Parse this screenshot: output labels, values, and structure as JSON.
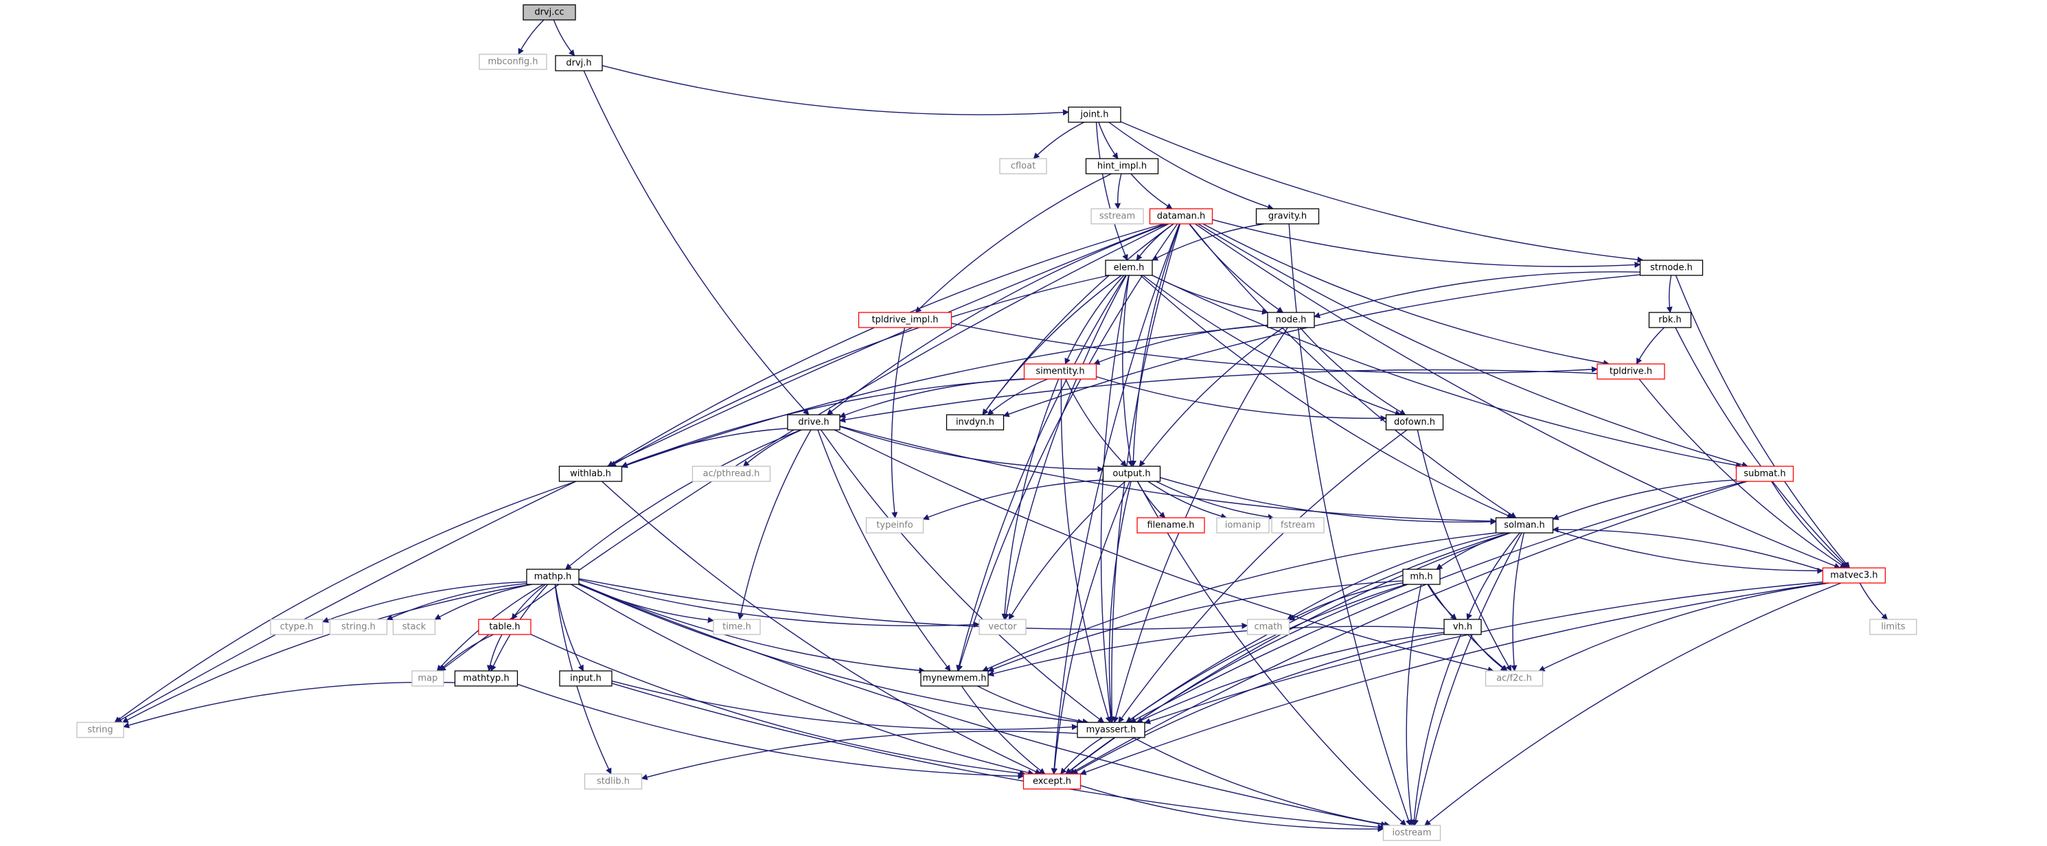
{
  "nodes": [
    {
      "id": "drvj_cc",
      "label": "drvj.cc",
      "kind": "root"
    },
    {
      "id": "mbconfig_h",
      "label": "mbconfig.h",
      "kind": "external"
    },
    {
      "id": "drvj_h",
      "label": "drvj.h",
      "kind": "normal"
    },
    {
      "id": "joint_h",
      "label": "joint.h",
      "kind": "normal"
    },
    {
      "id": "cfloat",
      "label": "cfloat",
      "kind": "external"
    },
    {
      "id": "hint_impl_h",
      "label": "hint_impl.h",
      "kind": "normal"
    },
    {
      "id": "sstream",
      "label": "sstream",
      "kind": "external"
    },
    {
      "id": "dataman_h",
      "label": "dataman.h",
      "kind": "truncated"
    },
    {
      "id": "gravity_h",
      "label": "gravity.h",
      "kind": "normal"
    },
    {
      "id": "elem_h",
      "label": "elem.h",
      "kind": "normal"
    },
    {
      "id": "strnode_h",
      "label": "strnode.h",
      "kind": "normal"
    },
    {
      "id": "tpldrive_impl_h",
      "label": "tpldrive_impl.h",
      "kind": "truncated"
    },
    {
      "id": "node_h",
      "label": "node.h",
      "kind": "normal"
    },
    {
      "id": "rbk_h",
      "label": "rbk.h",
      "kind": "normal"
    },
    {
      "id": "simentity_h",
      "label": "simentity.h",
      "kind": "truncated"
    },
    {
      "id": "tpldrive_h",
      "label": "tpldrive.h",
      "kind": "truncated"
    },
    {
      "id": "drive_h",
      "label": "drive.h",
      "kind": "normal"
    },
    {
      "id": "invdyn_h",
      "label": "invdyn.h",
      "kind": "normal"
    },
    {
      "id": "dofown_h",
      "label": "dofown.h",
      "kind": "normal"
    },
    {
      "id": "withlab_h",
      "label": "withlab.h",
      "kind": "normal"
    },
    {
      "id": "ac_pthread_h",
      "label": "ac/pthread.h",
      "kind": "external"
    },
    {
      "id": "output_h",
      "label": "output.h",
      "kind": "normal"
    },
    {
      "id": "submat_h",
      "label": "submat.h",
      "kind": "truncated"
    },
    {
      "id": "typeinfo",
      "label": "typeinfo",
      "kind": "external"
    },
    {
      "id": "filename_h",
      "label": "filename.h",
      "kind": "truncated"
    },
    {
      "id": "iomanip",
      "label": "iomanip",
      "kind": "external"
    },
    {
      "id": "fstream",
      "label": "fstream",
      "kind": "external"
    },
    {
      "id": "solman_h",
      "label": "solman.h",
      "kind": "normal"
    },
    {
      "id": "matvec3_h",
      "label": "matvec3.h",
      "kind": "truncated"
    },
    {
      "id": "mathp_h",
      "label": "mathp.h",
      "kind": "normal"
    },
    {
      "id": "mh_h",
      "label": "mh.h",
      "kind": "normal"
    },
    {
      "id": "ctype_h",
      "label": "ctype.h",
      "kind": "external"
    },
    {
      "id": "string_h",
      "label": "string.h",
      "kind": "external"
    },
    {
      "id": "stack",
      "label": "stack",
      "kind": "external"
    },
    {
      "id": "table_h",
      "label": "table.h",
      "kind": "truncated"
    },
    {
      "id": "time_h",
      "label": "time.h",
      "kind": "external"
    },
    {
      "id": "vector",
      "label": "vector",
      "kind": "external"
    },
    {
      "id": "cmath",
      "label": "cmath",
      "kind": "external"
    },
    {
      "id": "vh_h",
      "label": "vh.h",
      "kind": "normal"
    },
    {
      "id": "limits",
      "label": "limits",
      "kind": "external"
    },
    {
      "id": "map",
      "label": "map",
      "kind": "external"
    },
    {
      "id": "mathtyp_h",
      "label": "mathtyp.h",
      "kind": "normal"
    },
    {
      "id": "input_h",
      "label": "input.h",
      "kind": "normal"
    },
    {
      "id": "mynewmem_h",
      "label": "mynewmem.h",
      "kind": "normal"
    },
    {
      "id": "ac_f2c_h",
      "label": "ac/f2c.h",
      "kind": "external"
    },
    {
      "id": "string",
      "label": "string",
      "kind": "external"
    },
    {
      "id": "myassert_h",
      "label": "myassert.h",
      "kind": "normal"
    },
    {
      "id": "stdlib_h",
      "label": "stdlib.h",
      "kind": "external"
    },
    {
      "id": "except_h",
      "label": "except.h",
      "kind": "truncated"
    },
    {
      "id": "iostream",
      "label": "iostream",
      "kind": "external"
    }
  ],
  "edges": [
    [
      "drvj_cc",
      "mbconfig_h"
    ],
    [
      "drvj_cc",
      "drvj_h"
    ],
    [
      "drvj_h",
      "joint_h"
    ],
    [
      "drvj_h",
      "drive_h"
    ],
    [
      "joint_h",
      "cfloat"
    ],
    [
      "joint_h",
      "hint_impl_h"
    ],
    [
      "joint_h",
      "gravity_h"
    ],
    [
      "joint_h",
      "elem_h"
    ],
    [
      "joint_h",
      "strnode_h"
    ],
    [
      "hint_impl_h",
      "sstream"
    ],
    [
      "hint_impl_h",
      "dataman_h"
    ],
    [
      "hint_impl_h",
      "tpldrive_impl_h"
    ],
    [
      "gravity_h",
      "elem_h"
    ],
    [
      "gravity_h",
      "iostream"
    ],
    [
      "dataman_h",
      "elem_h"
    ],
    [
      "dataman_h",
      "strnode_h"
    ],
    [
      "dataman_h",
      "node_h"
    ],
    [
      "dataman_h",
      "drive_h"
    ],
    [
      "dataman_h",
      "output_h"
    ],
    [
      "dataman_h",
      "invdyn_h"
    ],
    [
      "dataman_h",
      "tpldrive_h"
    ],
    [
      "dataman_h",
      "submat_h"
    ],
    [
      "dataman_h",
      "solman_h"
    ],
    [
      "dataman_h",
      "withlab_h"
    ],
    [
      "dataman_h",
      "string"
    ],
    [
      "dataman_h",
      "map"
    ],
    [
      "dataman_h",
      "mynewmem_h"
    ],
    [
      "dataman_h",
      "myassert_h"
    ],
    [
      "dataman_h",
      "except_h"
    ],
    [
      "dataman_h",
      "matvec3_h"
    ],
    [
      "elem_h",
      "node_h"
    ],
    [
      "elem_h",
      "simentity_h"
    ],
    [
      "elem_h",
      "invdyn_h"
    ],
    [
      "elem_h",
      "dofown_h"
    ],
    [
      "elem_h",
      "output_h"
    ],
    [
      "elem_h",
      "withlab_h"
    ],
    [
      "elem_h",
      "submat_h"
    ],
    [
      "elem_h",
      "solman_h"
    ],
    [
      "elem_h",
      "vector"
    ],
    [
      "elem_h",
      "myassert_h"
    ],
    [
      "elem_h",
      "mynewmem_h"
    ],
    [
      "strnode_h",
      "node_h"
    ],
    [
      "strnode_h",
      "rbk_h"
    ],
    [
      "strnode_h",
      "matvec3_h"
    ],
    [
      "strnode_h",
      "invdyn_h"
    ],
    [
      "tpldrive_impl_h",
      "typeinfo"
    ],
    [
      "tpldrive_impl_h",
      "tpldrive_h"
    ],
    [
      "node_h",
      "simentity_h"
    ],
    [
      "node_h",
      "dofown_h"
    ],
    [
      "node_h",
      "output_h"
    ],
    [
      "node_h",
      "withlab_h"
    ],
    [
      "node_h",
      "myassert_h"
    ],
    [
      "rbk_h",
      "tpldrive_h"
    ],
    [
      "rbk_h",
      "matvec3_h"
    ],
    [
      "simentity_h",
      "drive_h"
    ],
    [
      "simentity_h",
      "invdyn_h"
    ],
    [
      "simentity_h",
      "dofown_h"
    ],
    [
      "simentity_h",
      "output_h"
    ],
    [
      "simentity_h",
      "withlab_h"
    ],
    [
      "simentity_h",
      "vector"
    ],
    [
      "simentity_h",
      "myassert_h"
    ],
    [
      "tpldrive_h",
      "drive_h"
    ],
    [
      "tpldrive_h",
      "matvec3_h"
    ],
    [
      "drive_h",
      "withlab_h"
    ],
    [
      "drive_h",
      "ac_pthread_h"
    ],
    [
      "drive_h",
      "output_h"
    ],
    [
      "drive_h",
      "solman_h"
    ],
    [
      "drive_h",
      "mathp_h"
    ],
    [
      "drive_h",
      "time_h"
    ],
    [
      "drive_h",
      "mynewmem_h"
    ],
    [
      "drive_h",
      "myassert_h"
    ],
    [
      "drive_h",
      "ac_f2c_h"
    ],
    [
      "dofown_h",
      "ac_f2c_h"
    ],
    [
      "dofown_h",
      "myassert_h"
    ],
    [
      "withlab_h",
      "string"
    ],
    [
      "withlab_h",
      "except_h"
    ],
    [
      "output_h",
      "typeinfo"
    ],
    [
      "output_h",
      "filename_h"
    ],
    [
      "output_h",
      "iomanip"
    ],
    [
      "output_h",
      "fstream"
    ],
    [
      "output_h",
      "solman_h"
    ],
    [
      "output_h",
      "vector"
    ],
    [
      "output_h",
      "myassert_h"
    ],
    [
      "output_h",
      "except_h"
    ],
    [
      "output_h",
      "iostream"
    ],
    [
      "submat_h",
      "solman_h"
    ],
    [
      "submat_h",
      "matvec3_h"
    ],
    [
      "submat_h",
      "myassert_h"
    ],
    [
      "submat_h",
      "except_h"
    ],
    [
      "solman_h",
      "matvec3_h"
    ],
    [
      "solman_h",
      "mh_h"
    ],
    [
      "solman_h",
      "vh_h"
    ],
    [
      "solman_h",
      "cmath"
    ],
    [
      "solman_h",
      "ac_f2c_h"
    ],
    [
      "solman_h",
      "mynewmem_h"
    ],
    [
      "solman_h",
      "myassert_h"
    ],
    [
      "solman_h",
      "except_h"
    ],
    [
      "solman_h",
      "iostream"
    ],
    [
      "matvec3_h",
      "solman_h"
    ],
    [
      "matvec3_h",
      "limits"
    ],
    [
      "matvec3_h",
      "ac_f2c_h"
    ],
    [
      "matvec3_h",
      "myassert_h"
    ],
    [
      "matvec3_h",
      "except_h"
    ],
    [
      "matvec3_h",
      "iostream"
    ],
    [
      "mh_h",
      "vh_h"
    ],
    [
      "mh_h",
      "cmath"
    ],
    [
      "mh_h",
      "ac_f2c_h"
    ],
    [
      "mh_h",
      "mynewmem_h"
    ],
    [
      "mh_h",
      "myassert_h"
    ],
    [
      "mh_h",
      "except_h"
    ],
    [
      "mh_h",
      "iostream"
    ],
    [
      "vh_h",
      "ac_f2c_h"
    ],
    [
      "vh_h",
      "mynewmem_h"
    ],
    [
      "vh_h",
      "myassert_h"
    ],
    [
      "vh_h",
      "except_h"
    ],
    [
      "vh_h",
      "iostream"
    ],
    [
      "mathp_h",
      "ctype_h"
    ],
    [
      "mathp_h",
      "string_h"
    ],
    [
      "mathp_h",
      "stack"
    ],
    [
      "mathp_h",
      "table_h"
    ],
    [
      "mathp_h",
      "time_h"
    ],
    [
      "mathp_h",
      "vector"
    ],
    [
      "mathp_h",
      "cmath"
    ],
    [
      "mathp_h",
      "map"
    ],
    [
      "mathp_h",
      "mathtyp_h"
    ],
    [
      "mathp_h",
      "input_h"
    ],
    [
      "mathp_h",
      "mynewmem_h"
    ],
    [
      "mathp_h",
      "myassert_h"
    ],
    [
      "mathp_h",
      "string"
    ],
    [
      "mathp_h",
      "stdlib_h"
    ],
    [
      "mathp_h",
      "except_h"
    ],
    [
      "mathp_h",
      "iostream"
    ],
    [
      "table_h",
      "map"
    ],
    [
      "table_h",
      "mathtyp_h"
    ],
    [
      "table_h",
      "except_h"
    ],
    [
      "mathtyp_h",
      "string"
    ],
    [
      "mathtyp_h",
      "except_h"
    ],
    [
      "input_h",
      "myassert_h"
    ],
    [
      "input_h",
      "iostream"
    ],
    [
      "mynewmem_h",
      "myassert_h"
    ],
    [
      "mynewmem_h",
      "except_h"
    ],
    [
      "myassert_h",
      "except_h"
    ],
    [
      "myassert_h",
      "stdlib_h"
    ],
    [
      "myassert_h",
      "iostream"
    ],
    [
      "except_h",
      "iostream"
    ]
  ],
  "colors": {
    "edge": "#191970",
    "root_fill": "#bfbfbf",
    "normal_border": "#000000",
    "truncated_border": "#ff0000",
    "external_border": "#bfbfbf",
    "external_text": "#7f7f7f",
    "text": "#000000"
  }
}
